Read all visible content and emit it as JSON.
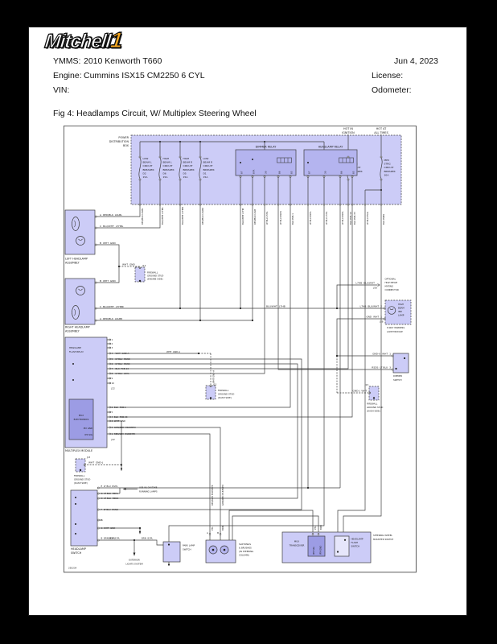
{
  "colors": {
    "surround": "#000000",
    "page_bg": "#ffffff",
    "box_fill": "#ccccf7",
    "box_mid": "#b4b4ef",
    "box_dark": "#9c9ce4",
    "line": "#3c3c3c",
    "logo_accent": "#f8a81f"
  },
  "header": {
    "logo_main": "Mitchell",
    "logo_one": "1",
    "ymms_label": "YMMS:",
    "ymms": "2010 Kenworth T660",
    "date": "Jun 4, 2023",
    "engine_label": "Engine:",
    "engine": "Cummins ISX15 CM2250 6 CYL",
    "license_label": "License:",
    "vin_label": "VIN:",
    "odometer_label": "Odometer:",
    "fig_title": "Fig 4: Headlamps Circuit, W/ Multiplex Steering Wheel"
  },
  "dg": {
    "pdb": [
      "POWER",
      "DISTRIBUTION",
      "BOX"
    ],
    "hot1": [
      "HOT IN",
      "IGNITION"
    ],
    "hot2": [
      "HOT AT",
      "ALL TIMES"
    ],
    "cb1": [
      "LOW",
      "BEAM L",
      "CIRCUIT",
      "BREAKER",
      "D2",
      "15A"
    ],
    "cb2": [
      "HIGH",
      "BEAM L",
      "CIRCUIT",
      "BREAKER",
      "D6",
      "15A"
    ],
    "cb3": [
      "HIGH",
      "BEAM R",
      "CIRCUIT",
      "BREAKER",
      "D5",
      "15A"
    ],
    "cb4": [
      "LOW",
      "BEAM R",
      "CIRCUIT",
      "BREAKER",
      "D1",
      "15A"
    ],
    "dimmer_relay": "DIMMER RELAY",
    "headlamp_relay": "HEADLAMP RELAY",
    "rp": [
      "87",
      "87A",
      "30",
      "86",
      "85"
    ],
    "rp2": [
      "87",
      "30",
      "86",
      "85"
    ],
    "mpx1": [
      "MPX",
      "STRG",
      "CIRCUIT",
      "BREAKER",
      "15A"
    ],
    "mpx2": [
      "MPX",
      "STRG",
      "CIRCUIT",
      "BREAKER",
      "30A"
    ],
    "vw": [
      "RED/BLK L6LBL",
      "BLU/WHT L7HBL",
      "BLU/WHT L7HBR",
      "RED/BLK L6LBR",
      "BLU/WHT L7HB",
      "RED/BLK L6LB",
      "LT BLU L5HL",
      "LT BLU RSDS",
      "BLK PCB-1",
      "LT BLU RSHL",
      "LT BLU L5HL",
      "LT BLU RSHL",
      "BLK PCB-33",
      "BLK PCB-10",
      "LT BLU PS4L",
      "BLK PQB1"
    ],
    "lha": [
      "LEFT HEADLAMP",
      "ASSEMBLY"
    ],
    "rha": [
      "RIGHT HEADLAMP",
      "ASSEMBLY"
    ],
    "lhaw": [
      "A  RED/BLK  L6LBL",
      "C  BLU/WHT  L7HBL",
      "B  WHT  GND"
    ],
    "rhaw": [
      "B  WHT  GND",
      "C  BLU/WHT  L7HBR",
      "A  RED/BLK  L6LBR"
    ],
    "wht_gnd": "WHT  GND",
    "fgs_e": [
      "FIREWALL",
      "GROUND STUD",
      "(ENGINE SIDE)"
    ],
    "fgs_d": [
      "FIREWALL",
      "GROUND STUD",
      "(DASH SIDE)"
    ],
    "j13": "J13",
    "j22": "J22",
    "j58": "J58",
    "mm": "MULTIPLEX MODULE",
    "hfr": [
      "HEADLAMP",
      "FLASH RELAY"
    ],
    "mux_el": [
      "MUX",
      "ELECTRONICS"
    ],
    "ipx_gnd": "IPX GND",
    "ipx_sig": "IPX SIG",
    "upins": [
      "1",
      "2",
      "3",
      "4",
      "5",
      "6",
      "7",
      "8",
      "9",
      "10"
    ],
    "uw": {
      "u4": "WHT  GND-A",
      "u5": "LT BLU  RSNO",
      "u6": "LT BLU  RSNC",
      "u7": "BLK  PCB-10",
      "u8": "LT BLU  L5HL"
    },
    "lw": [
      "6  BLK  PCB-1",
      "5",
      "4  BLK  PCB-33",
      "3  WHT  GND",
      "2  GRN/RED  E183MPX",
      "1  RED/GRY  E183MPX"
    ],
    "gnda": "WHT  GND-A",
    "gnda_rot": "WHT GND-A",
    "hs": [
      "HEADLAMP",
      "SWITCH"
    ],
    "hsw": [
      "E  LT BLU  RSHL",
      "G  LT BLU  RSHL",
      "D  LT BLU  RSNC",
      "F  LT BLU  RSNO",
      "A",
      "C  WHT  GND",
      "B  BRN  81PL"
    ],
    "drl": [
      "USE W/ DAYTIME",
      "RUNNING LAMPS"
    ],
    "wht_gndj": "WHT  GND-J",
    "brn81": "BRN  81PL",
    "els": [
      "EXTERIOR",
      "LIGHTS SYSTEM"
    ],
    "pls": [
      "PARK LAMP",
      "SWITCH"
    ],
    "sr": [
      "SLIP RINGS",
      "& BRUSHES",
      "(IN STEERING",
      "COLUMN)"
    ],
    "pinA": "A",
    "pinB": "B",
    "yel": "YEL",
    "brn": "BRN",
    "e183a": "RED/GRY E183MPX",
    "e183b": "GRN/RED E183MPX",
    "mt": [
      "MUX",
      "TRANSCEIVER"
    ],
    "hfs": [
      "HEADLAMP",
      "FLASH",
      "SWITCH"
    ],
    "swms": [
      "STEERING WHEEL",
      "MOUNTED SWITCH"
    ],
    "opt": [
      "OPTIONAL",
      "HIGH BEAM",
      "MATING",
      "CONNECTOR"
    ],
    "l7hb_opt": "L7HB  BLU/WHT",
    "l7hb_p2": "L7HB  BLU/WHT  2",
    "gnd_w1": "GND  WHT  1",
    "l7hb_h": "BLU/WHT  L7HB",
    "hbl": [
      "HIGH",
      "BEAM",
      "IND",
      "LAMP"
    ],
    "sixway": [
      "6-WAY WARNING",
      "LAMP MODULE"
    ],
    "ds": [
      "DIMMER",
      "SWITCH"
    ],
    "gndu": "GND-U  WHT  1",
    "rsds": "RSDS  LT BLU  3",
    "gndj": "GND-J  WHT",
    "id": "255234"
  }
}
